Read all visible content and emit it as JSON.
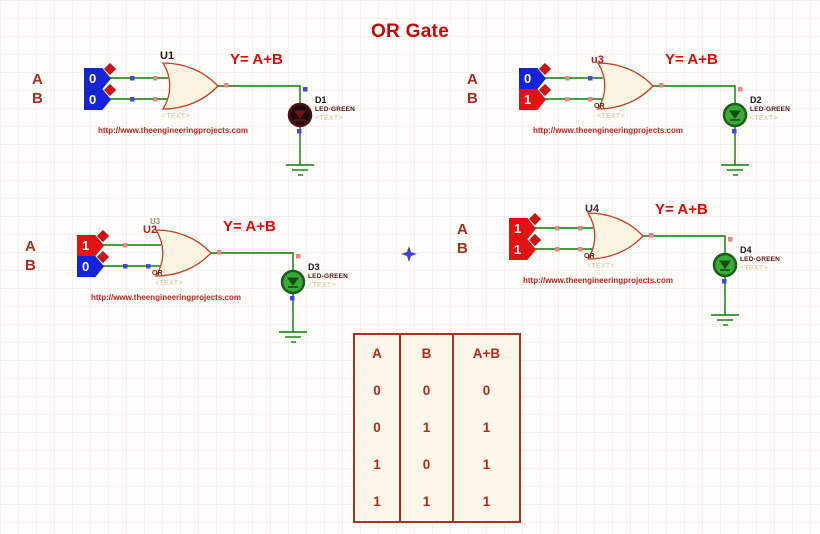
{
  "title": "OR Gate",
  "equation": "Y= A+B",
  "watermark": "http://www.theengineeringprojects.com",
  "led_part": "LED-GREEN",
  "text_placeholder": "<TEXT>",
  "input_labels": {
    "a": "A",
    "b": "B"
  },
  "circuits": [
    {
      "gate_ref": "U1",
      "ghost_ref": "",
      "a": "0",
      "b": "0",
      "led_ref": "D1",
      "led_state": "off",
      "or_label": "",
      "ref_color": "#2a1208"
    },
    {
      "gate_ref": "u3",
      "ghost_ref": "",
      "a": "0",
      "b": "1",
      "led_ref": "D2",
      "led_state": "on",
      "or_label": "OR",
      "ref_color": "#c2180c"
    },
    {
      "gate_ref": "U2",
      "ghost_ref": "U3",
      "a": "1",
      "b": "0",
      "led_ref": "D3",
      "led_state": "on",
      "or_label": "OR",
      "ref_color": "#b51e14"
    },
    {
      "gate_ref": "U4",
      "ghost_ref": "",
      "a": "1",
      "b": "1",
      "led_ref": "D4",
      "led_state": "on",
      "or_label": "OR",
      "ref_color": "#38342e"
    }
  ],
  "truth_table": {
    "headers": [
      "A",
      "B",
      "A+B"
    ],
    "rows": [
      [
        "0",
        "0",
        "0"
      ],
      [
        "0",
        "1",
        "1"
      ],
      [
        "1",
        "0",
        "1"
      ],
      [
        "1",
        "1",
        "1"
      ]
    ]
  },
  "colors": {
    "accent_red": "#cc0505",
    "wire_green": "#0a7c0a",
    "logic_high": "#e31212",
    "logic_low": "#1523d8",
    "led_on": "#3aa93a",
    "led_off": "#1c0b10"
  }
}
